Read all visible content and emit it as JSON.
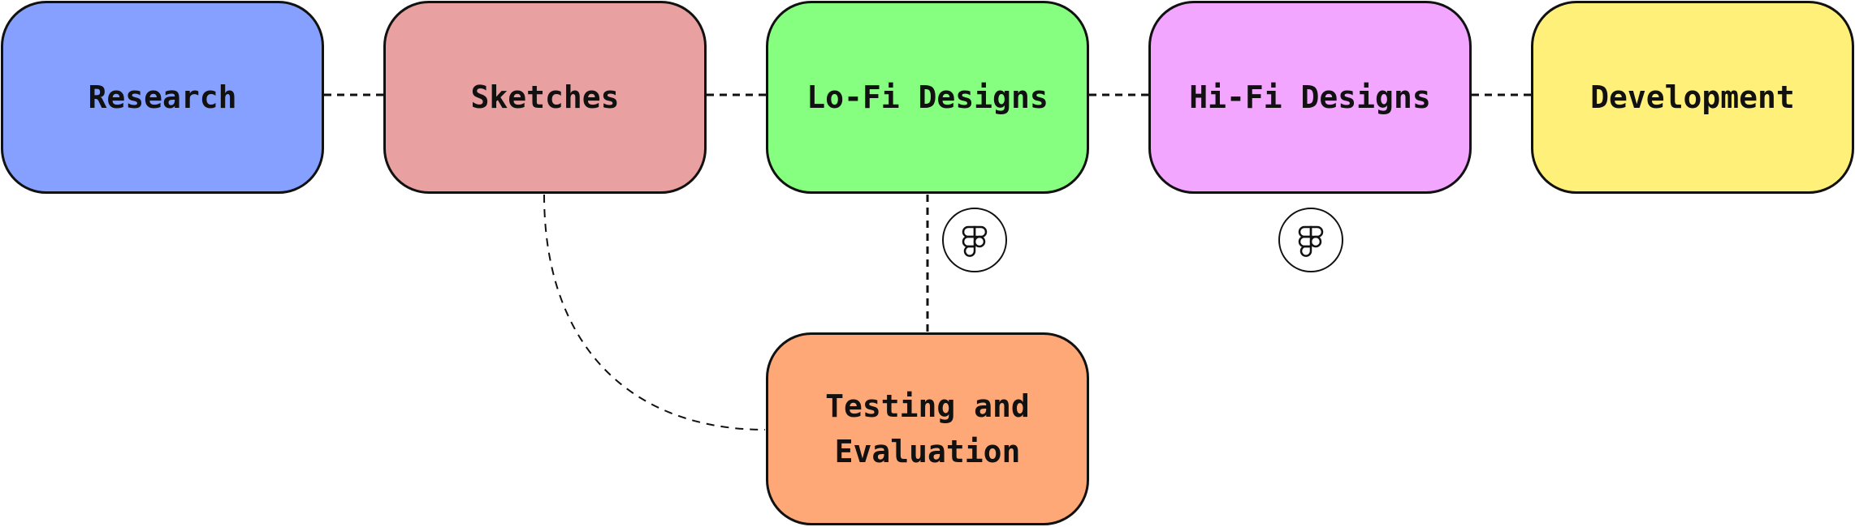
{
  "colors": {
    "research": "#86A0FF",
    "sketches": "#E8A0A0",
    "lofi": "#86FF80",
    "hifi": "#F2A6FF",
    "development": "#FFF07A",
    "testing": "#FFA877",
    "outline": "#111111",
    "background": "#FFFFFF"
  },
  "nodes": {
    "research": {
      "label": "Research"
    },
    "sketches": {
      "label": "Sketches"
    },
    "lofi": {
      "label": "Lo-Fi Designs"
    },
    "hifi": {
      "label": "Hi-Fi Designs"
    },
    "development": {
      "label": "Development"
    },
    "testing": {
      "label": "Testing and Evaluation"
    }
  },
  "badges": [
    {
      "icon": "figma-icon",
      "near": "lofi"
    },
    {
      "icon": "figma-icon",
      "near": "hifi"
    }
  ],
  "edges": [
    {
      "from": "research",
      "to": "sketches",
      "style": "dotted"
    },
    {
      "from": "sketches",
      "to": "lofi",
      "style": "dotted"
    },
    {
      "from": "lofi",
      "to": "hifi",
      "style": "dotted"
    },
    {
      "from": "hifi",
      "to": "development",
      "style": "dotted"
    },
    {
      "from": "lofi",
      "to": "testing",
      "style": "dotted"
    },
    {
      "from": "sketches",
      "to": "testing",
      "style": "dashed-curve"
    }
  ]
}
